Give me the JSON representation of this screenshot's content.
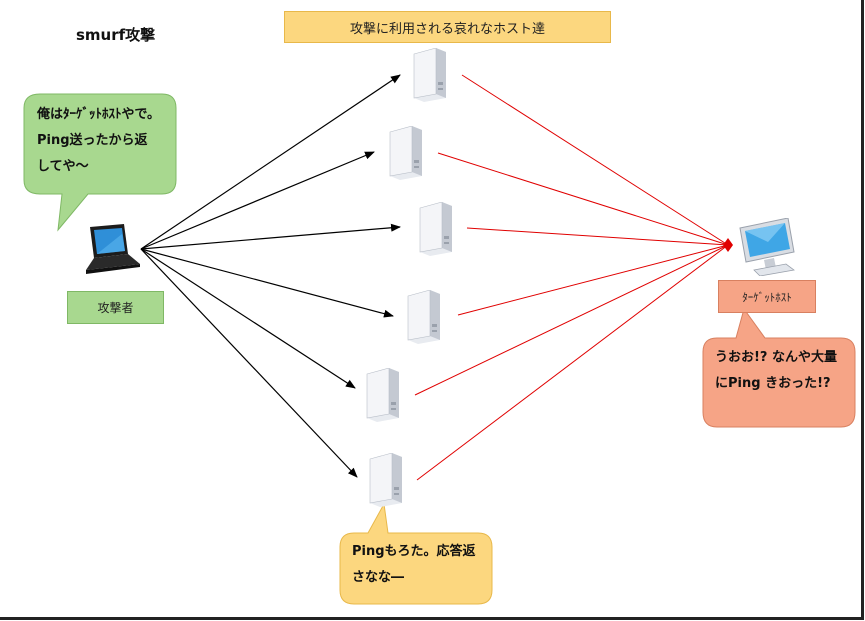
{
  "title": "smurf攻撃",
  "banner": "攻撃に利用される哀れなホスト達",
  "attacker": {
    "label": "攻撃者",
    "speech": [
      "俺はﾀｰｹﾞｯﾄﾎｽﾄやで。",
      "Ping送ったから返",
      "してや～"
    ]
  },
  "target": {
    "label": "ﾀｰｹﾞｯﾄﾎｽﾄ",
    "speech": [
      "うおお!? なんや大量",
      "にPing きおった!?"
    ]
  },
  "hosts": {
    "count": 6,
    "speech": [
      "Pingもろた。応答返",
      "さなな―"
    ]
  },
  "colors": {
    "attack_arrow": "#000000",
    "reflection_line": "#e00000",
    "attacker_bubble": "#a8d88f",
    "target_bubble": "#f6a486",
    "host_bubble": "#fcd77f",
    "banner": "#fcd77f"
  }
}
